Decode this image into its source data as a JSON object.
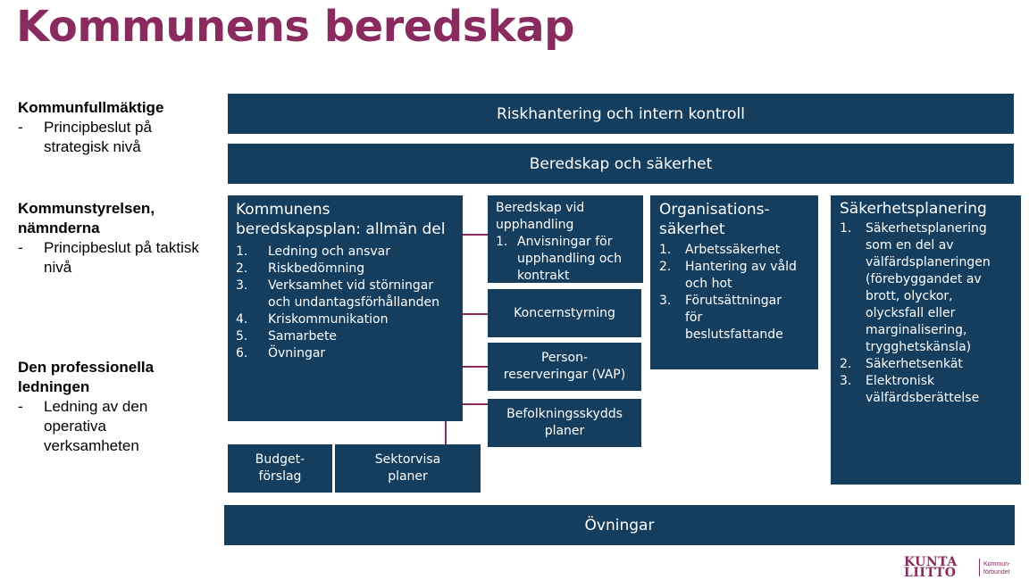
{
  "title": "Kommunens beredskap",
  "levels": [
    {
      "heading": "Kommunfullmäktige",
      "dash": "-",
      "desc": "Principbeslut på strategisk nivå"
    },
    {
      "heading": "Kommunstyrelsen, nämnderna",
      "dash": "-",
      "desc": "Principbeslut på taktisk nivå"
    },
    {
      "heading": "Den professionella ledningen",
      "dash": "-",
      "desc": "Ledning av den operativa verksamheten"
    }
  ],
  "bars": {
    "risk": "Riskhantering och intern kontroll",
    "beredskap": "Beredskap och säkerhet",
    "ovningar": "Övningar"
  },
  "plan": {
    "heading": "Kommunens beredskapsplan: allmän del",
    "items": [
      {
        "n": "1.",
        "t": "Ledning och ansvar"
      },
      {
        "n": "2.",
        "t": "Riskbedömning"
      },
      {
        "n": "3.",
        "t": "Verksamhet vid störningar och undantagsförhållanden"
      },
      {
        "n": "4.",
        "t": "Kriskommunikation"
      },
      {
        "n": "5.",
        "t": "Samarbete"
      },
      {
        "n": "6.",
        "t": "Övningar"
      }
    ]
  },
  "upphandling": {
    "heading": "Beredskap vid upphandling",
    "items": [
      {
        "n": "1.",
        "t": "Anvisningar för upphandling och kontrakt"
      }
    ]
  },
  "koncern": "Koncernstyrning",
  "person": "Person-\nreserveringar (VAP)",
  "befolkning": "Befolkningsskydds\nplaner",
  "budget": "Budget-\nförslag",
  "sektor": "Sektorvisa\nplaner",
  "org": {
    "heading": "Organisations-\nsäkerhet",
    "items": [
      {
        "n": "1.",
        "t": "Arbetssäkerhet"
      },
      {
        "n": "2.",
        "t": "Hantering av våld och hot"
      },
      {
        "n": "3.",
        "t": "Förutsättningar för beslutsfattande"
      }
    ]
  },
  "sakerhet": {
    "heading": "Säkerhetsplanering",
    "items": [
      {
        "n": "1.",
        "t": "Säkerhetsplanering som en del av välfärdsplaneringen (förebyggandet av brott, olyckor, olycksfall eller marginalisering, trygghetskänsla)"
      },
      {
        "n": "2.",
        "t": "Säkerhetsenkät"
      },
      {
        "n": "3.",
        "t": "Elektronisk välfärdsberättelse"
      }
    ]
  },
  "logo": {
    "line1": "KUNTA",
    "line2": "LIITTO",
    "sub1": "Kommun-",
    "sub2": "förbundet"
  },
  "colors": {
    "navy": "#143d5e",
    "plum": "#8a2b5f"
  }
}
